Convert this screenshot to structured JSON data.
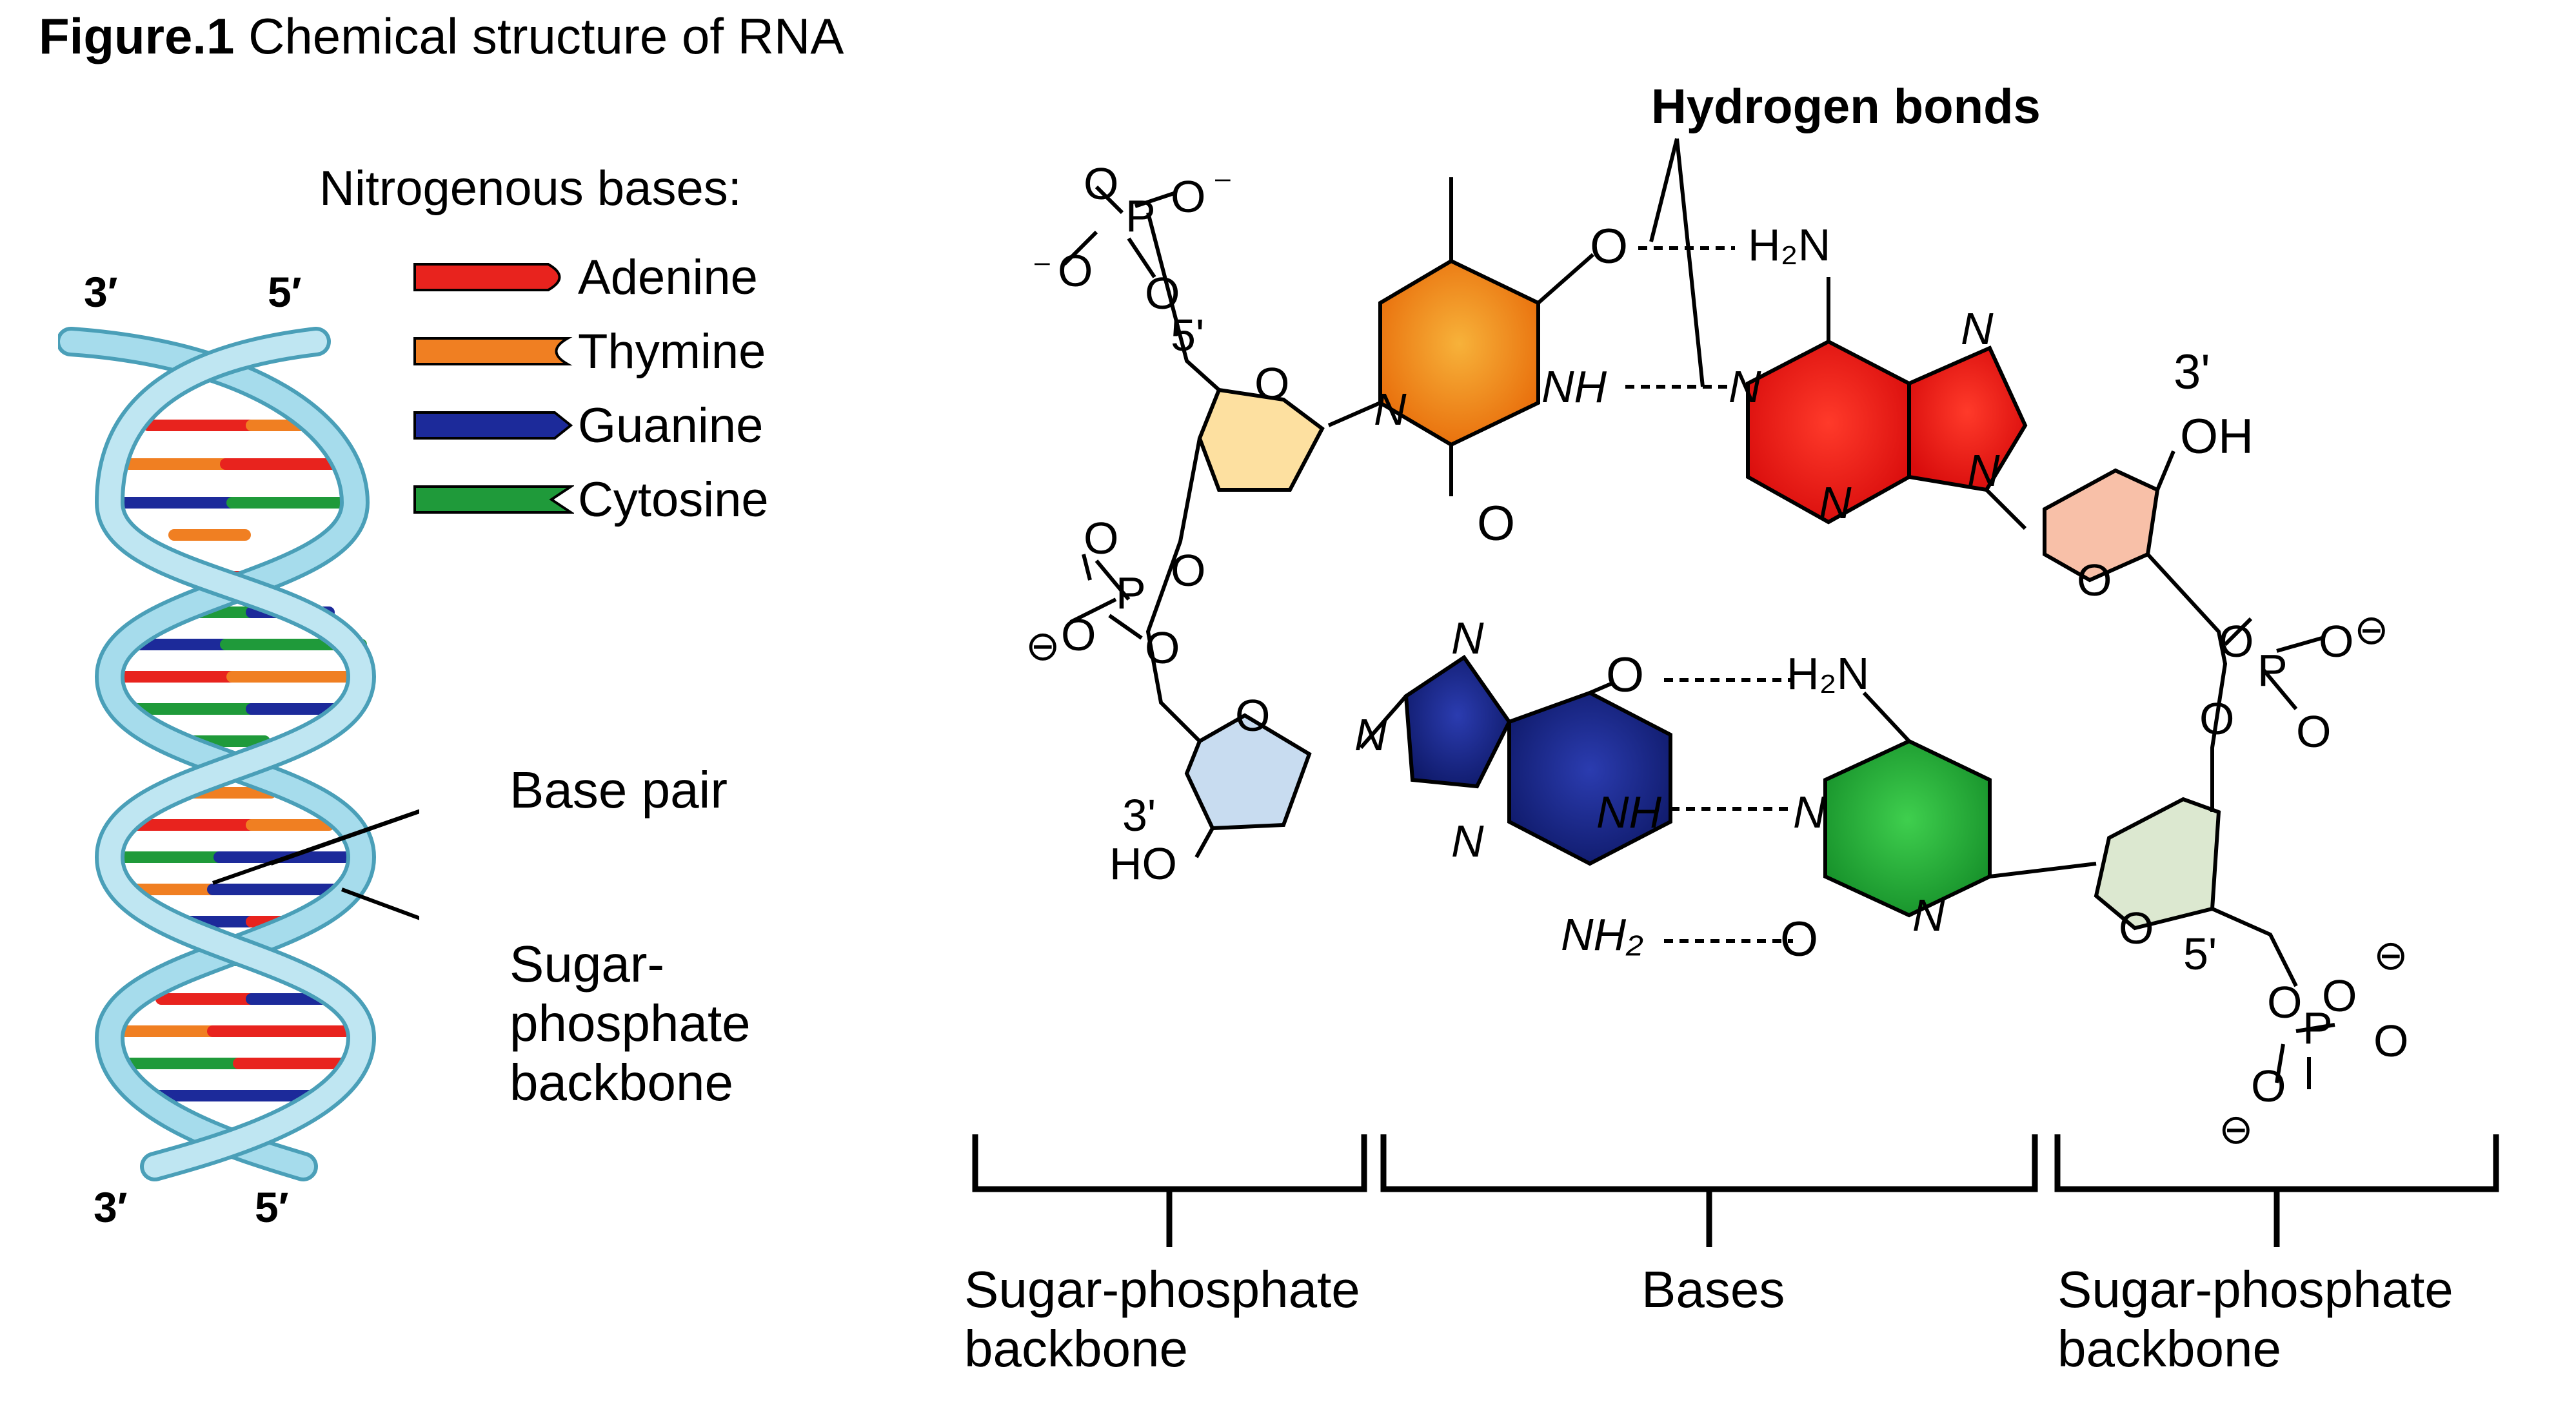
{
  "caption": {
    "bold": "Figure.1",
    "text": " Chemical structure of RNA"
  },
  "helix": {
    "top_left": "3′",
    "top_right": "5′",
    "bottom_left": "3′",
    "bottom_right": "5′"
  },
  "legend": {
    "title": "Nitrogenous bases:",
    "items": [
      {
        "label": "Adenine",
        "color": "#e8231e"
      },
      {
        "label": "Thymine",
        "color": "#f07f22"
      },
      {
        "label": "Guanine",
        "color": "#1c2a9a"
      },
      {
        "label": "Cytosine",
        "color": "#1f9a3a"
      }
    ]
  },
  "callouts": {
    "base_pair": "Base pair",
    "backbone_l1": "Sugar-",
    "backbone_l2": "phosphate",
    "backbone_l3": "backbone"
  },
  "hydrogen_bonds": "Hydrogen bonds",
  "brackets": {
    "left_l1": "Sugar-phosphate",
    "left_l2": "backbone",
    "middle": "Bases",
    "right_l1": "Sugar-phosphate",
    "right_l2": "backbone"
  },
  "atoms": {
    "O": "O",
    "P": "P",
    "N": "N",
    "NH": "NH",
    "H2N": "H₂N",
    "NH2": "NH₂",
    "OH": "OH",
    "HO": "HO",
    "minus": "⁻",
    "ominus": "⊖",
    "p5": "5'",
    "p3": "3'"
  },
  "colors": {
    "helix": "#9fd8e8",
    "helix_edge": "#4a9fb8",
    "thymine_ring": "#f08a14",
    "adenine_ring": "#ee1c1c",
    "guanine_ring": "#1a2a8e",
    "cytosine_ring": "#22a33a",
    "sugar_top_left": "#fde0a0",
    "sugar_top_right": "#f8c0a8",
    "sugar_bottom_left": "#c8dcf0",
    "sugar_bottom_right": "#dce8d0"
  }
}
